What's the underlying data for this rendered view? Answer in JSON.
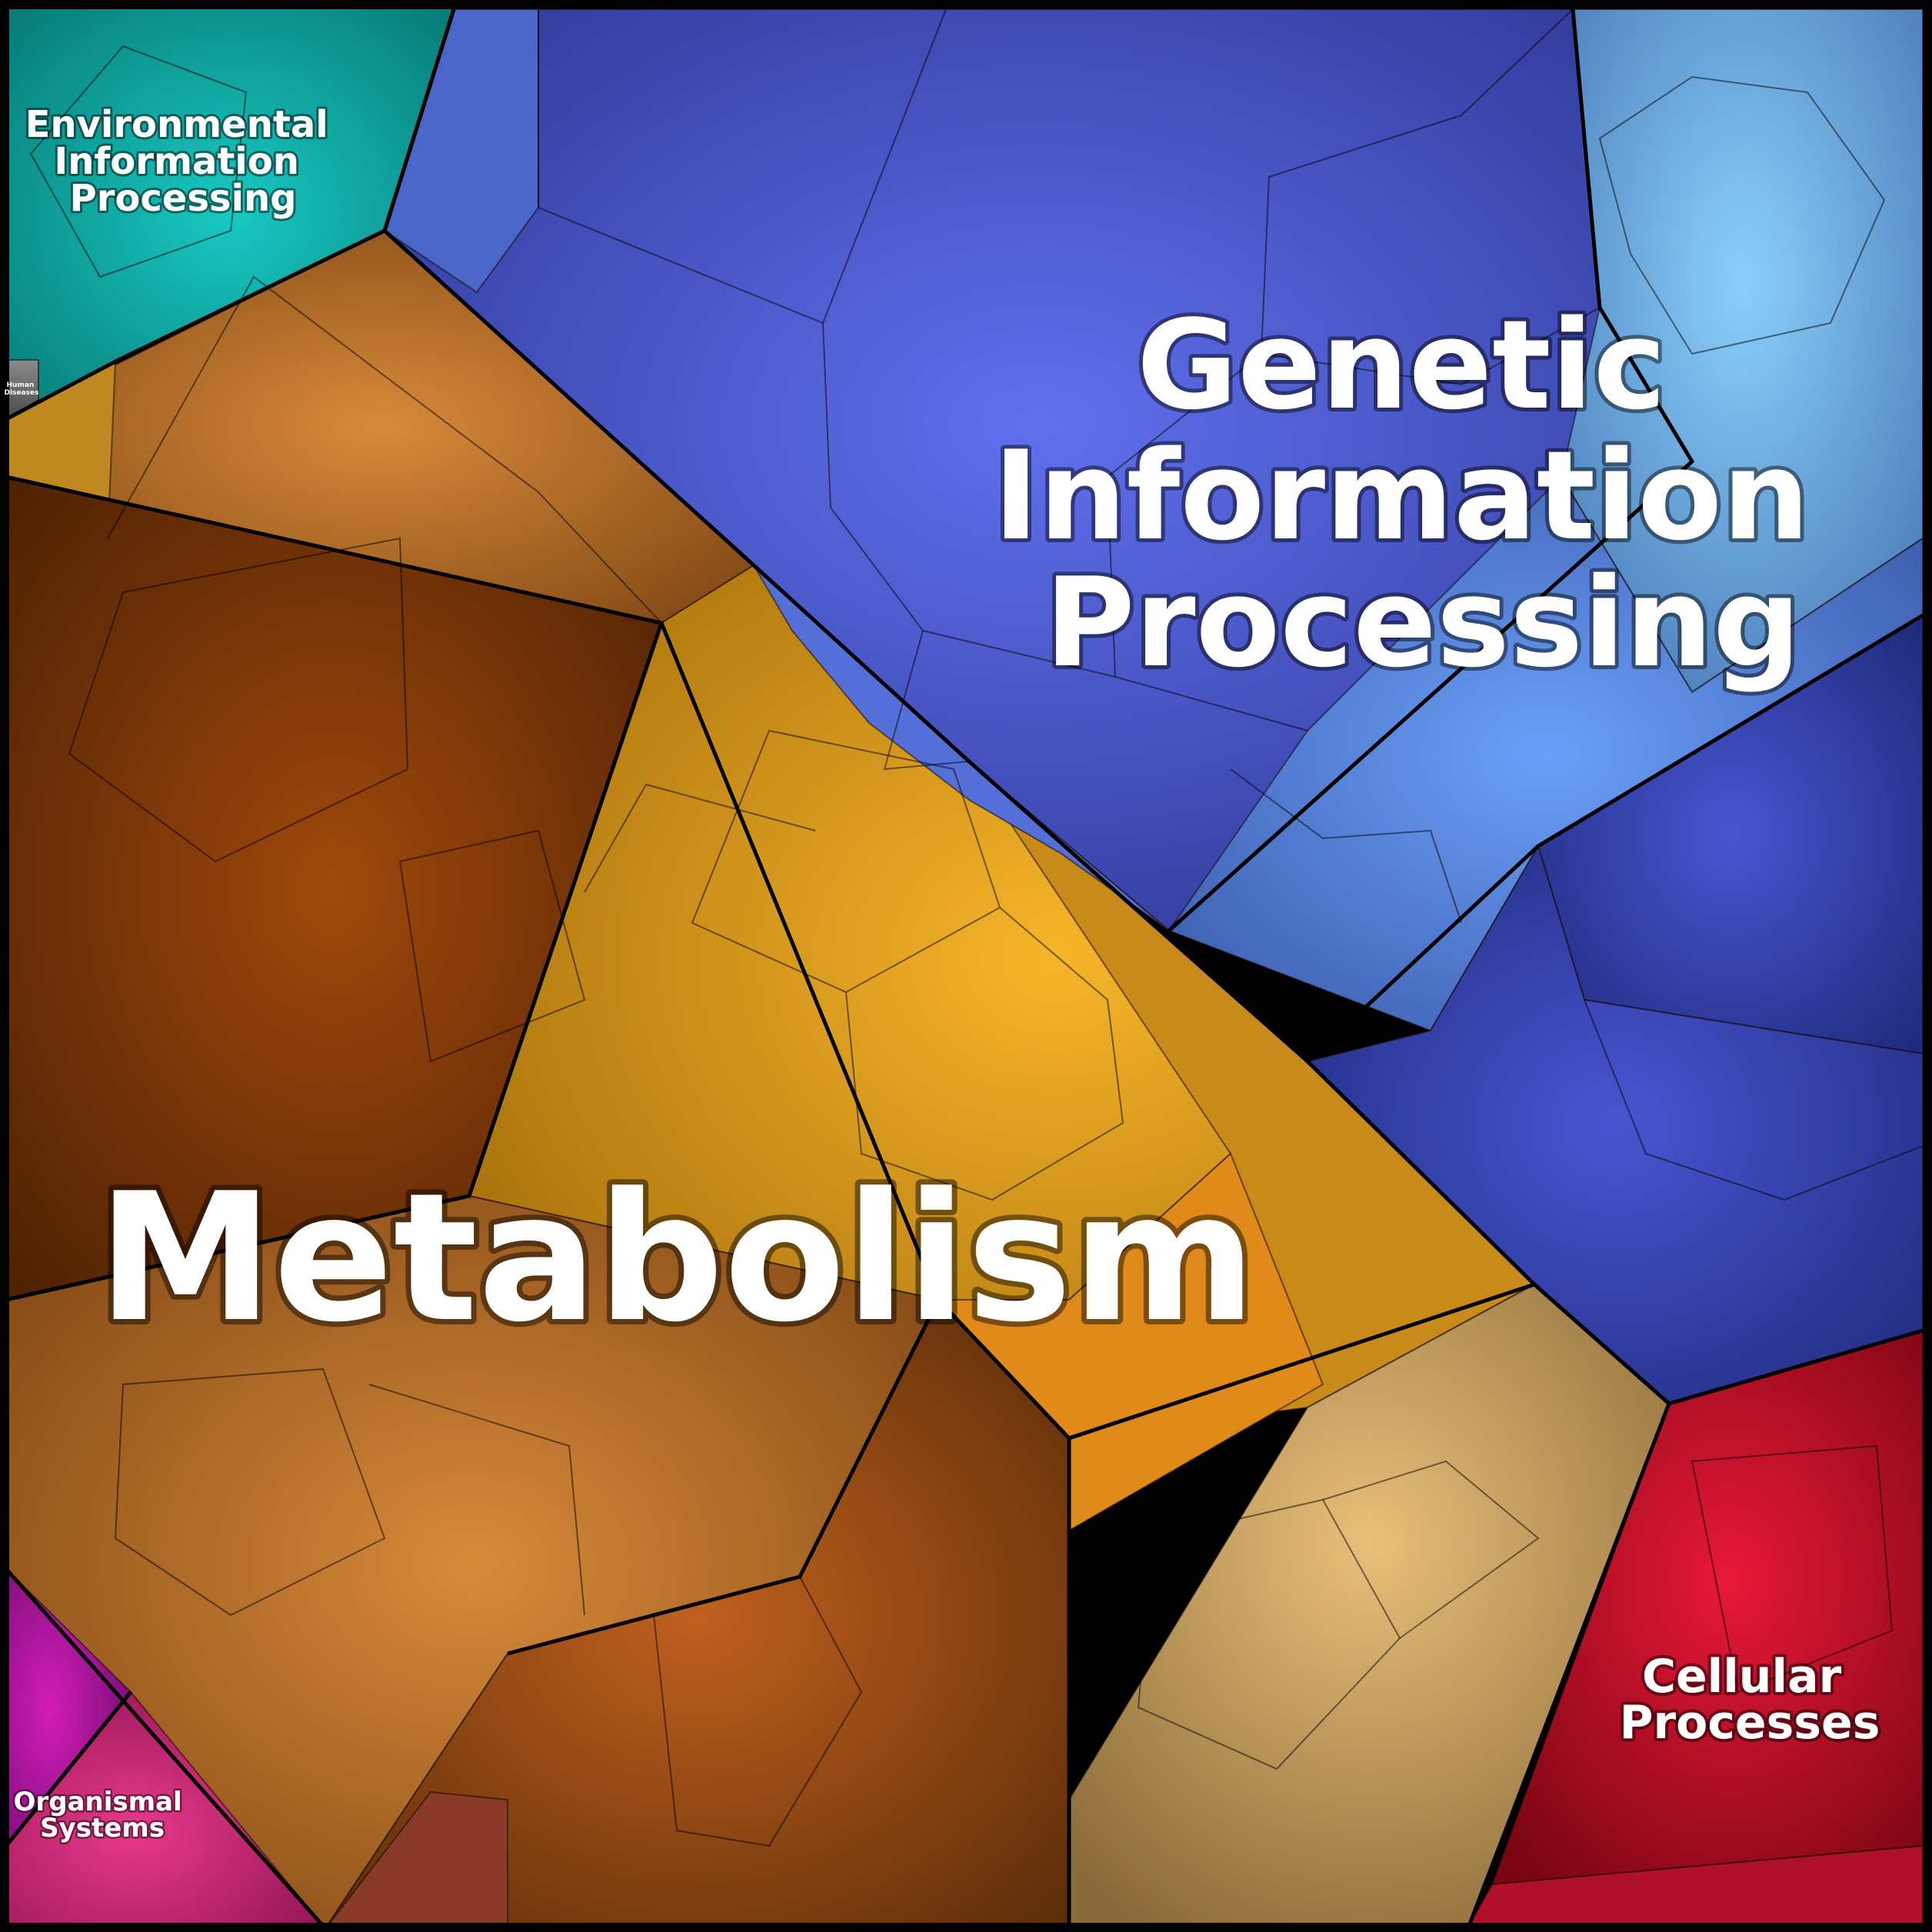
{
  "regions": [
    {
      "key": "metabolism",
      "label_lines": [
        "Metabolism"
      ],
      "color": "#e39b1f"
    },
    {
      "key": "genetic",
      "label_lines": [
        "Genetic",
        "Information",
        "Processing"
      ],
      "color": "#4a5fd6"
    },
    {
      "key": "environmental",
      "label_lines": [
        "Environmental",
        "Information",
        "Processing"
      ],
      "color": "#12b0b0"
    },
    {
      "key": "cellular",
      "label_lines": [
        "Cellular",
        "Processes"
      ],
      "color": "#c8142c"
    },
    {
      "key": "organismal",
      "label_lines": [
        "Organismal",
        "Systems"
      ],
      "color": "#c0148f"
    },
    {
      "key": "human",
      "label_lines": [
        "Human",
        "Diseases"
      ],
      "color": "#777777"
    }
  ]
}
